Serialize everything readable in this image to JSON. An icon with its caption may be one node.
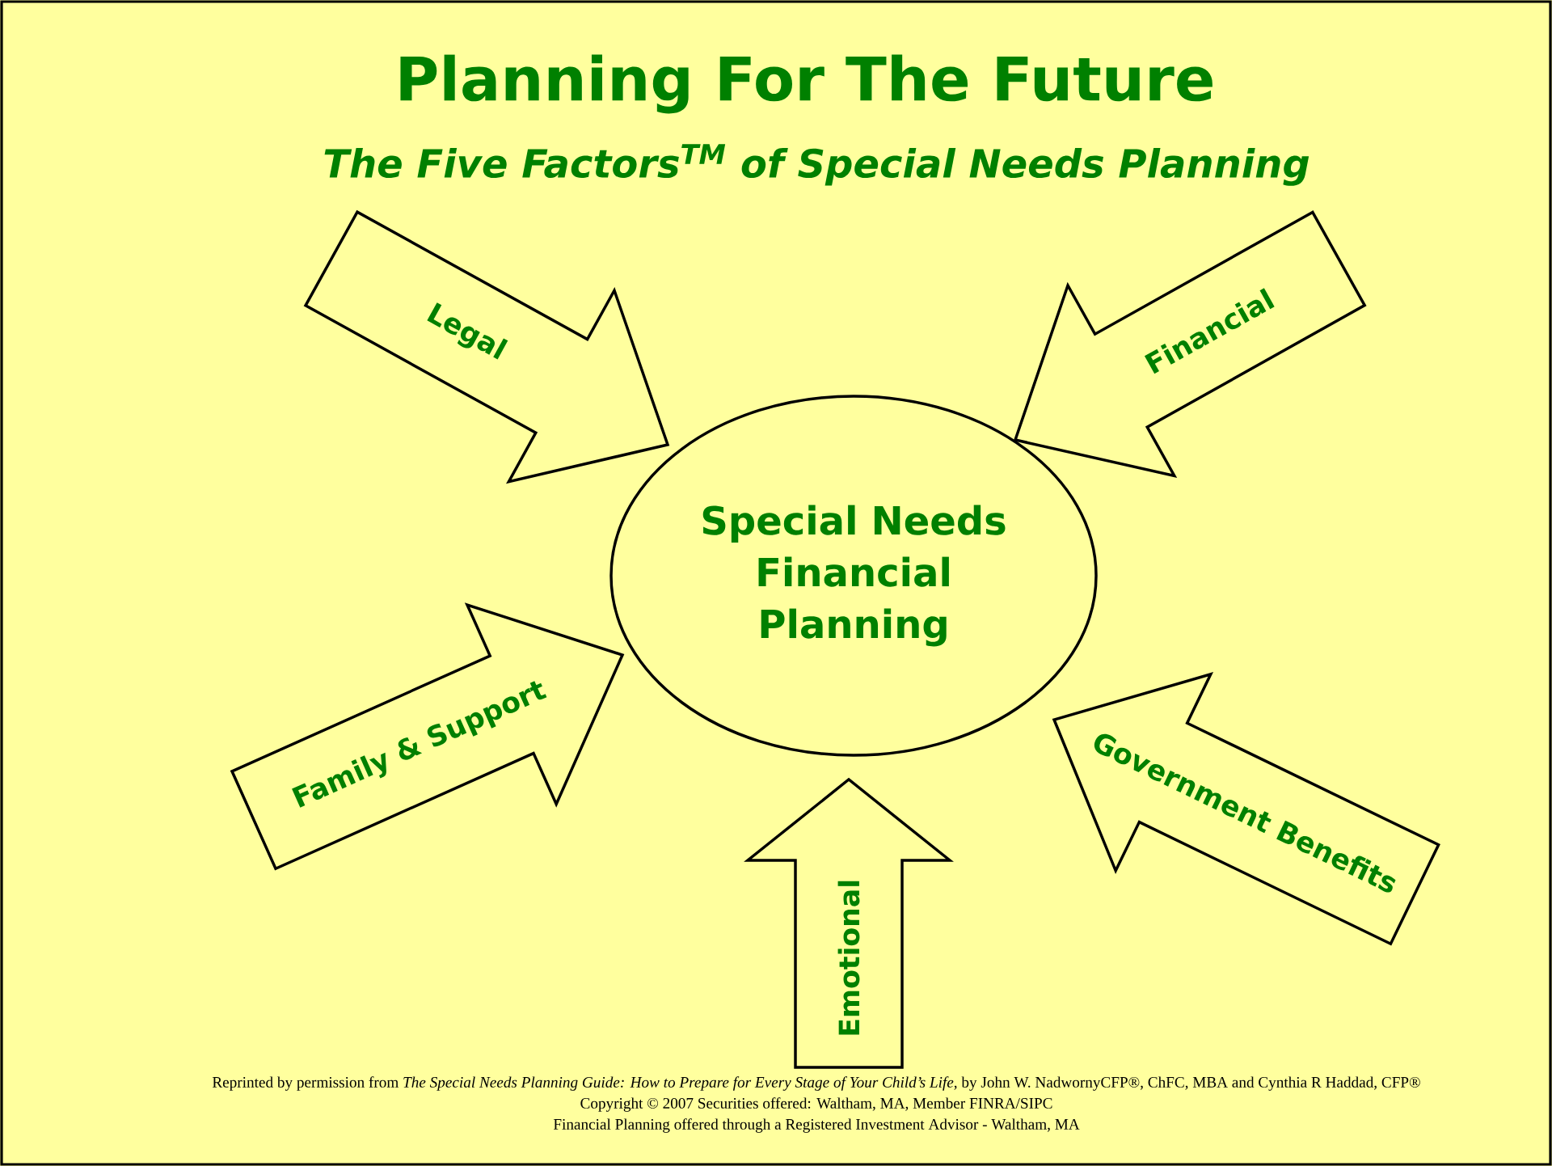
{
  "diagram": {
    "title": "Planning For The Future",
    "nodes": [
      {
        "text": [
          "Special Needs Financial Planning"
        ]
      },
      {
        "text": [
          "Legal"
        ]
      },
      {
        "text": [
          "Financial"
        ]
      },
      {
        "text": [
          "Family & Support"
        ]
      },
      {
        "text": [
          "Government Benefits"
        ]
      },
      {
        "text": [
          "Emotional"
        ]
      }
    ],
    "labels": [
      "The Five Factors$^{TM}$ of Special Needs Planning",
      "Reprinted by permission from *The Special Needs Planning Guide: How to Prepare for Every Stage of Your Child’s Life*, by John W. NadwornyCFP®, ChFC, MBA and Cynthia R Haddad, CFP®",
      "Copyright © 2007 Securities offered: Waltham, MA, Member FINRA/SIPC",
      "Financial Planning offered through a Registered Investment Advisor - Waltham, MA"
    ]
  }
}
